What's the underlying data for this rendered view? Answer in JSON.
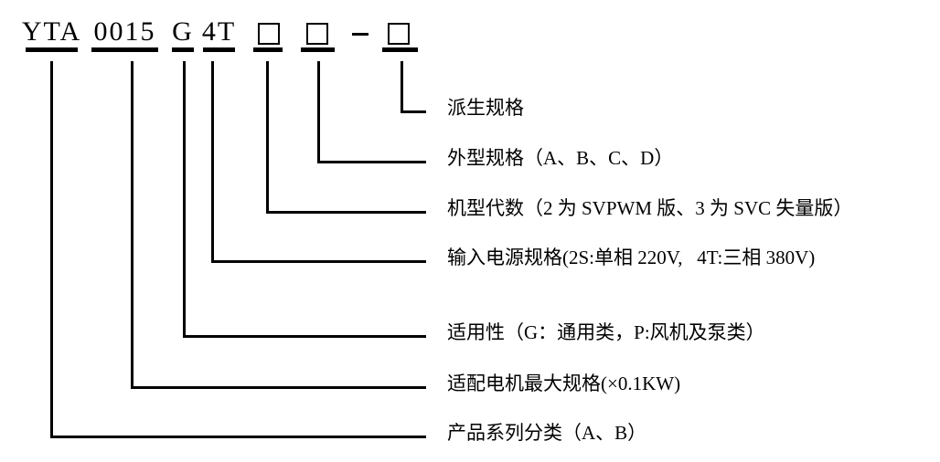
{
  "model_code": {
    "segments": [
      {
        "type": "text",
        "value": "YTA"
      },
      {
        "type": "text",
        "value": "0015"
      },
      {
        "type": "text",
        "value": "G"
      },
      {
        "type": "text",
        "value": "4T"
      },
      {
        "type": "box",
        "value": "□"
      },
      {
        "type": "box",
        "value": "□"
      },
      {
        "type": "dash",
        "value": "-"
      },
      {
        "type": "box",
        "value": "□"
      }
    ]
  },
  "annotations": [
    {
      "text": "派生规格"
    },
    {
      "text": "外型规格（A、B、C、D）"
    },
    {
      "text": "机型代数（2 为 SVPWM 版、3 为 SVC 失量版）"
    },
    {
      "text": "输入电源规格(2S:单相 220V,   4T:三相 380V)"
    },
    {
      "text": "适用性（G：通用类，P:风机及泵类）"
    },
    {
      "text": "适配电机最大规格(×0.1KW)"
    },
    {
      "text": "产品系列分类（A、B）"
    }
  ],
  "colors": {
    "line": "#000000",
    "text": "#000000",
    "background": "#ffffff"
  }
}
